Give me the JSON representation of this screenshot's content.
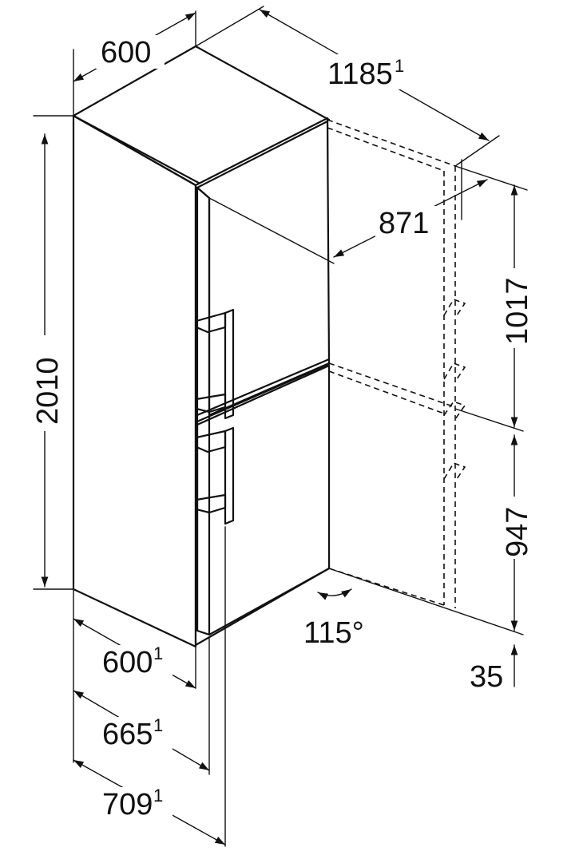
{
  "dimensions": {
    "top_width": "600",
    "door_open_depth": "1185",
    "door_open_depth_note": "1",
    "door_depth": "871",
    "height": "2010",
    "upper_section": "1017",
    "lower_section": "947",
    "plinth": "35",
    "door_angle": "115°",
    "depth_body": "600",
    "depth_body_note": "1",
    "depth_with_door": "665",
    "depth_with_door_note": "1",
    "depth_with_handle": "709",
    "depth_with_handle_note": "1"
  },
  "colors": {
    "line": "#111111",
    "background": "#ffffff"
  }
}
